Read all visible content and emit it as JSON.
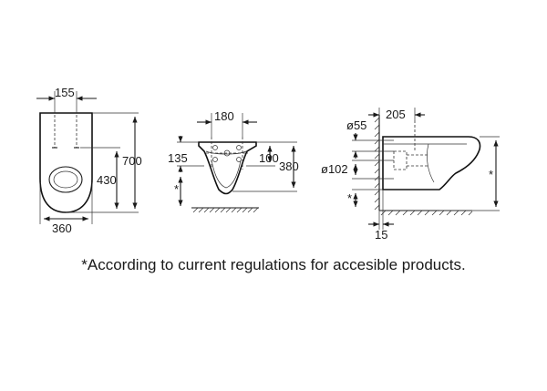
{
  "front_view": {
    "width_top": "155",
    "height_total": "700",
    "height_outlet": "430",
    "width_base": "360"
  },
  "side_view": {
    "width_top": "180",
    "height_left": "135",
    "height_mid": "100",
    "height_right": "380",
    "star_mark": "*"
  },
  "profile_view": {
    "pipe_small": "ø55",
    "depth_top": "205",
    "pipe_large": "ø102",
    "wall_offset": "15",
    "star_right": "*",
    "star_left": "*"
  },
  "note": "*According to current regulations for accesible products."
}
